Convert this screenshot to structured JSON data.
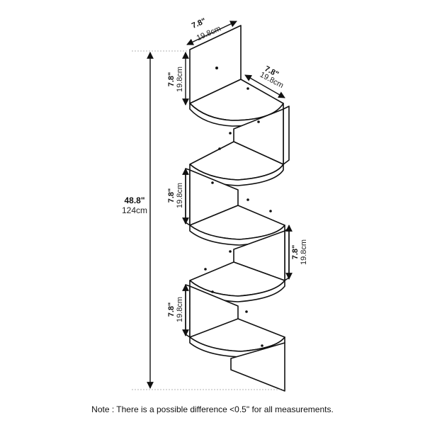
{
  "dimensions": {
    "top_width": {
      "in": "7.8\"",
      "cm": "19.8cm"
    },
    "top_depth": {
      "in": "7.8\"",
      "cm": "19.8cm"
    },
    "top_height": {
      "in": "7.8\"",
      "cm": "19.8cm"
    },
    "tier2_height": {
      "in": "7.8\"",
      "cm": "19.8cm"
    },
    "tier3_height": {
      "in": "7.8\"",
      "cm": "19.8cm"
    },
    "tier4_height": {
      "in": "7.8\"",
      "cm": "19.8cm"
    },
    "total_height": {
      "in": "48.8\"",
      "cm": "124cm"
    }
  },
  "note": "Note : There is a possible difference <0.5\" for all measurements.",
  "colors": {
    "line": "#111111",
    "guide": "#9a9a9a",
    "background": "#ffffff"
  }
}
